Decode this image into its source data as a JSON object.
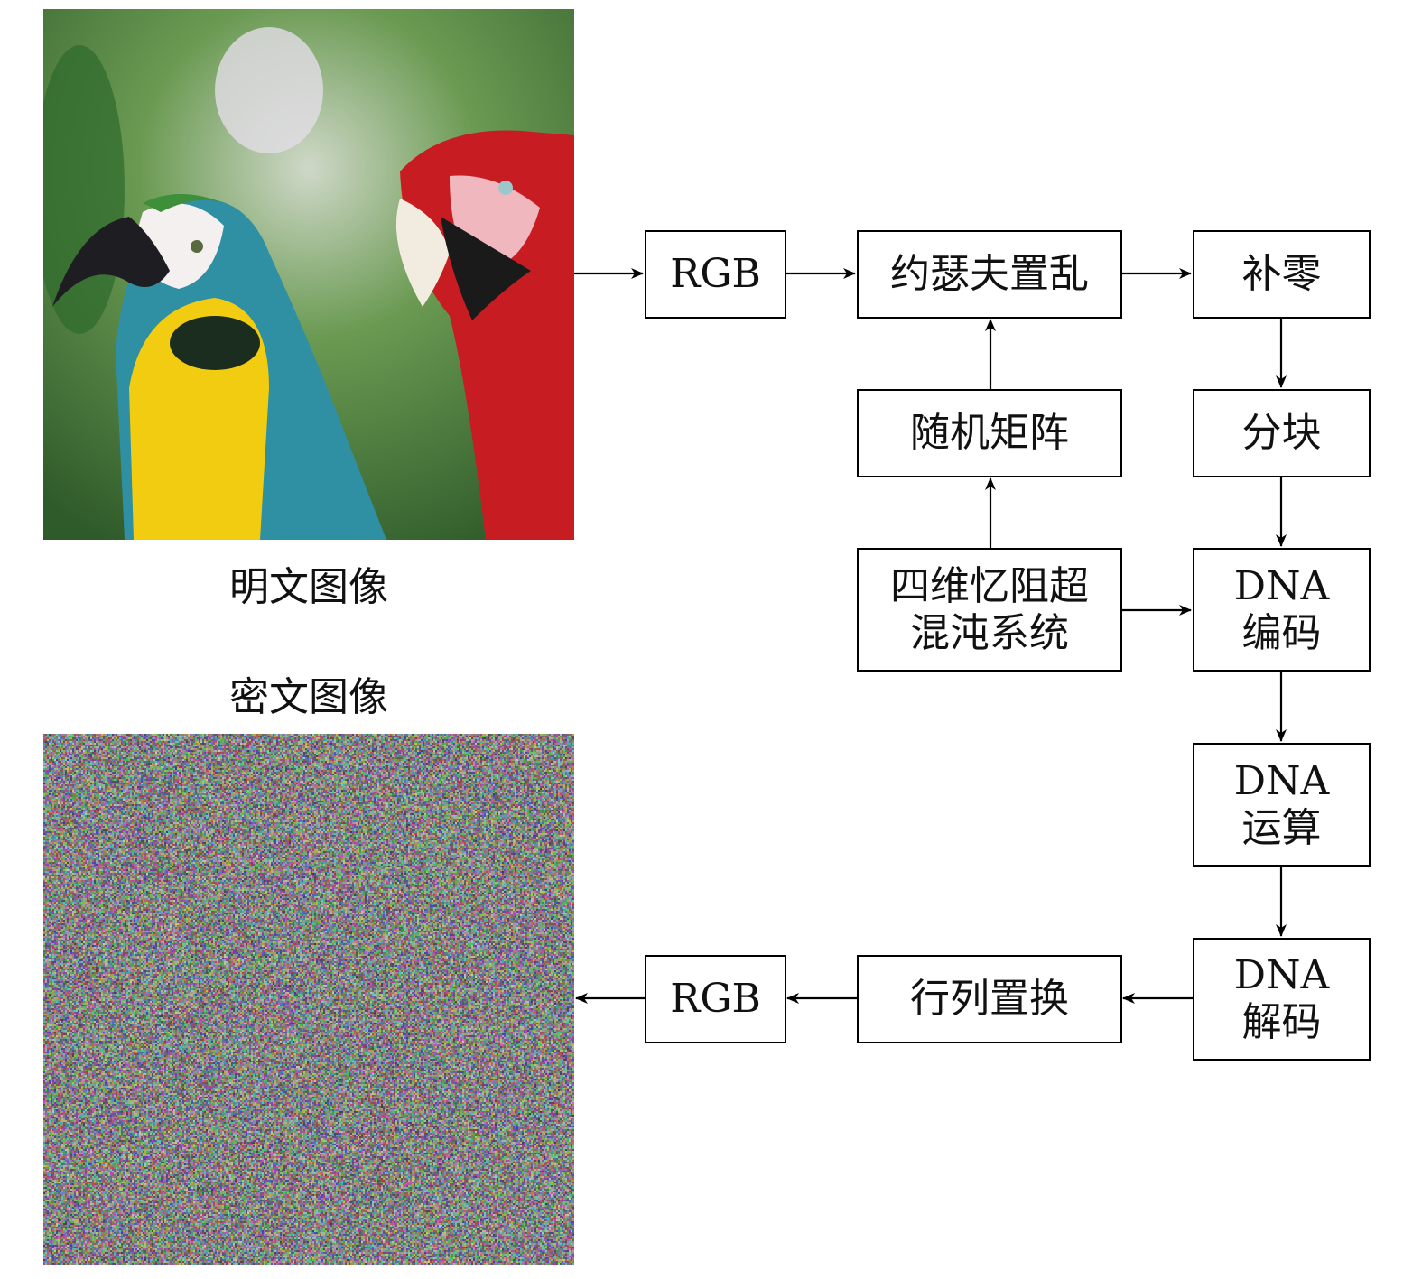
{
  "plain_image": {
    "label": "明文图像"
  },
  "cipher_image": {
    "label": "密文图像"
  },
  "nodes": {
    "rgb_in": {
      "label": "RGB"
    },
    "josephus": {
      "label": "约瑟夫置乱"
    },
    "zero_pad": {
      "label": "补零"
    },
    "random_matrix": {
      "label": "随机矩阵"
    },
    "blocking": {
      "label": "分块"
    },
    "chaos": {
      "line1": "四维忆阻超",
      "line2": "混沌系统"
    },
    "dna_encode": {
      "line1": "DNA",
      "line2": "编码"
    },
    "dna_op": {
      "line1": "DNA",
      "line2": "运算"
    },
    "dna_decode": {
      "line1": "DNA",
      "line2": "解码"
    },
    "row_col_perm": {
      "label": "行列置换"
    },
    "rgb_out": {
      "label": "RGB"
    }
  }
}
